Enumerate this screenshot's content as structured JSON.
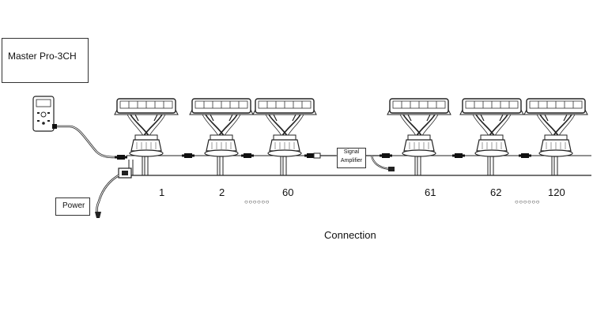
{
  "controller": {
    "title": "Master Pro-3CH"
  },
  "power": {
    "label": "Power"
  },
  "amplifier": {
    "line1": "Signal",
    "line2": "Amplifier"
  },
  "fixtures": {
    "numbers": [
      "1",
      "2",
      "60",
      "61",
      "62",
      "120"
    ],
    "ellipsis": "○○○○○○"
  },
  "caption": "Connection",
  "colors": {
    "line": "#222222",
    "fill": "#ffffff",
    "hatch": "#555555"
  },
  "icons": [
    "controller-device-icon",
    "light-bar-fixture-icon",
    "cable-connector-icon",
    "power-plug-icon"
  ]
}
